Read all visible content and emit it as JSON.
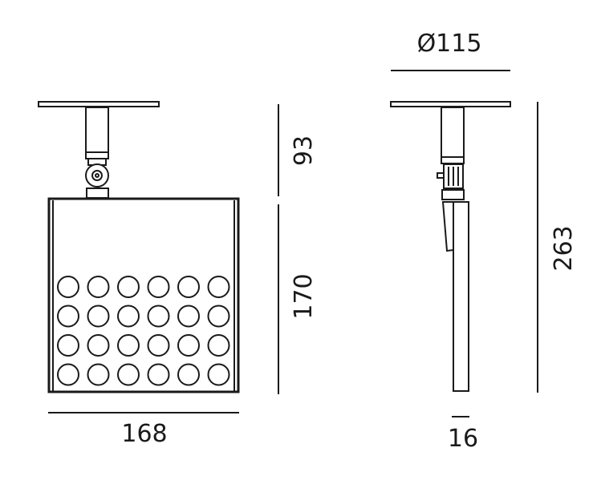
{
  "dimensions": {
    "canopy_diameter": "Ø115",
    "stem_height": "93",
    "body_height": "170",
    "body_width": "168",
    "total_height": "263",
    "body_depth": "16"
  },
  "led_grid": {
    "rows": 4,
    "cols": 6
  }
}
